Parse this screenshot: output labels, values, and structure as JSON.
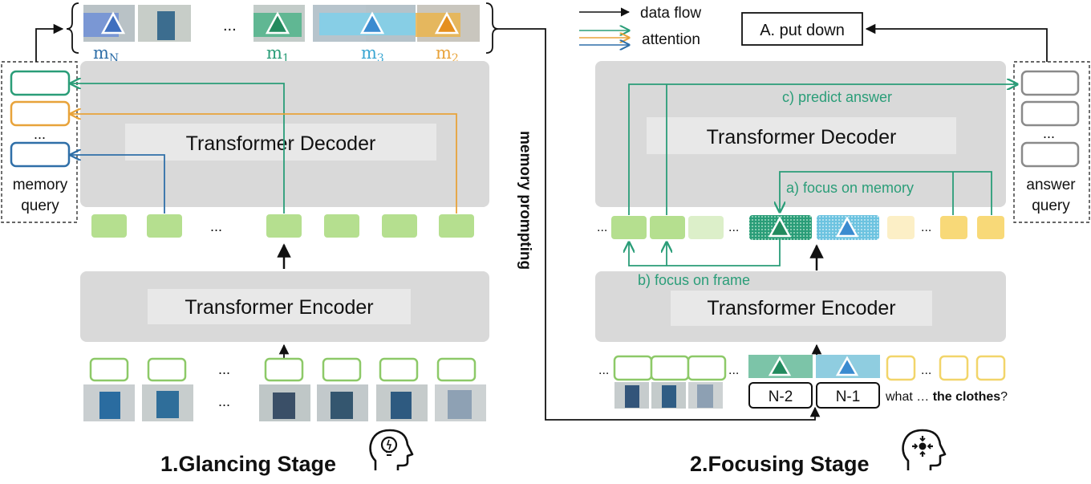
{
  "legend": {
    "data_flow": "data flow",
    "attention": "attention",
    "colors": {
      "data_flow": "#111111",
      "attention_green": "#2a9d78",
      "attention_orange": "#e8a33a",
      "attention_blue": "#2f6fa8"
    }
  },
  "glancing": {
    "memory_labels": {
      "mN": "m",
      "mN_sub": "N",
      "m1": "m",
      "m1_sub": "1",
      "m3": "m",
      "m3_sub": "3",
      "m2": "m",
      "m2_sub": "2"
    },
    "ellipsis": "...",
    "decoder": "Transformer Decoder",
    "encoder": "Transformer Encoder",
    "memory_query": [
      "memory",
      "query"
    ],
    "stage_title": "1.Glancing Stage",
    "icon": "head-lightbulb-icon"
  },
  "memory_prompting": "memory prompting",
  "focusing": {
    "answer": "A. put down",
    "predict_answer": "c) predict answer",
    "decoder": "Transformer Decoder",
    "focus_memory": "a) focus on memory",
    "focus_frame": "b) focus on frame",
    "encoder": "Transformer Encoder",
    "answer_query": [
      "answer",
      "query"
    ],
    "memory_slots": [
      "N-2",
      "N-1"
    ],
    "question_prefix": "what … ",
    "question_bold": "the clothes",
    "question_suffix": "?",
    "ellipsis": "...",
    "stage_title": "2.Focusing Stage",
    "icon": "head-focus-icon"
  },
  "palette": {
    "panel": "#d9d9d9",
    "inner": "#e8e8e8",
    "token_green": "#b5df8f",
    "token_green_light": "#dcefc9",
    "token_yellow": "#f8d978",
    "token_yellow_light": "#fcefc6",
    "query_green": "#2a9d78",
    "query_orange": "#e8a33a",
    "query_blue": "#2f6fa8",
    "mem_green": "#7cc4a8",
    "mem_blue": "#8fcde0"
  }
}
